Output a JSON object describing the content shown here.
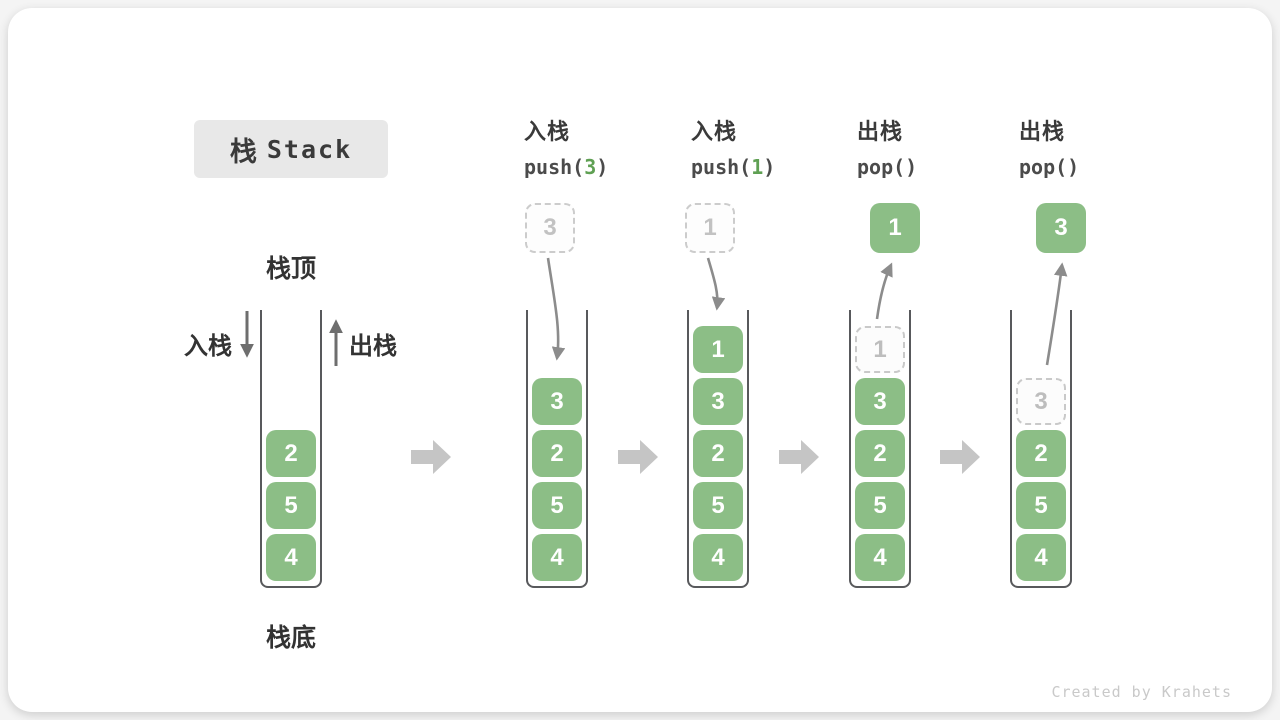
{
  "title": {
    "zh": "栈",
    "en": "Stack"
  },
  "labels": {
    "stack_top": "栈顶",
    "stack_bottom": "栈底",
    "push": "入栈",
    "pop": "出栈"
  },
  "operations": [
    {
      "action": "入栈",
      "code_pre": "push(",
      "arg": "3",
      "code_post": ")"
    },
    {
      "action": "入栈",
      "code_pre": "push(",
      "arg": "1",
      "code_post": ")"
    },
    {
      "action": "出栈",
      "code_pre": "pop(",
      "arg": "",
      "code_post": ")"
    },
    {
      "action": "出栈",
      "code_pre": "pop(",
      "arg": "",
      "code_post": ")"
    }
  ],
  "stacks": [
    {
      "items": [
        "2",
        "5",
        "4"
      ]
    },
    {
      "incoming": "3",
      "items": [
        "3",
        "2",
        "5",
        "4"
      ]
    },
    {
      "incoming": "1",
      "items": [
        "1",
        "3",
        "2",
        "5",
        "4"
      ]
    },
    {
      "outgoing": "1",
      "ghost": "1",
      "items": [
        "3",
        "2",
        "5",
        "4"
      ]
    },
    {
      "outgoing": "3",
      "ghost": "3",
      "items": [
        "2",
        "5",
        "4"
      ]
    }
  ],
  "watermark": "Created by Krahets",
  "colors": {
    "box_green": "#8CBE86",
    "code_green": "#5FA053",
    "block_arrow_gray": "#C5C5C5",
    "curve_arrow_gray": "#8C8C8C",
    "title_bg": "#E8E8E8",
    "text_dark": "#333333",
    "ghost_gray": "#BDBDBD",
    "wall_gray": "#58595C"
  }
}
